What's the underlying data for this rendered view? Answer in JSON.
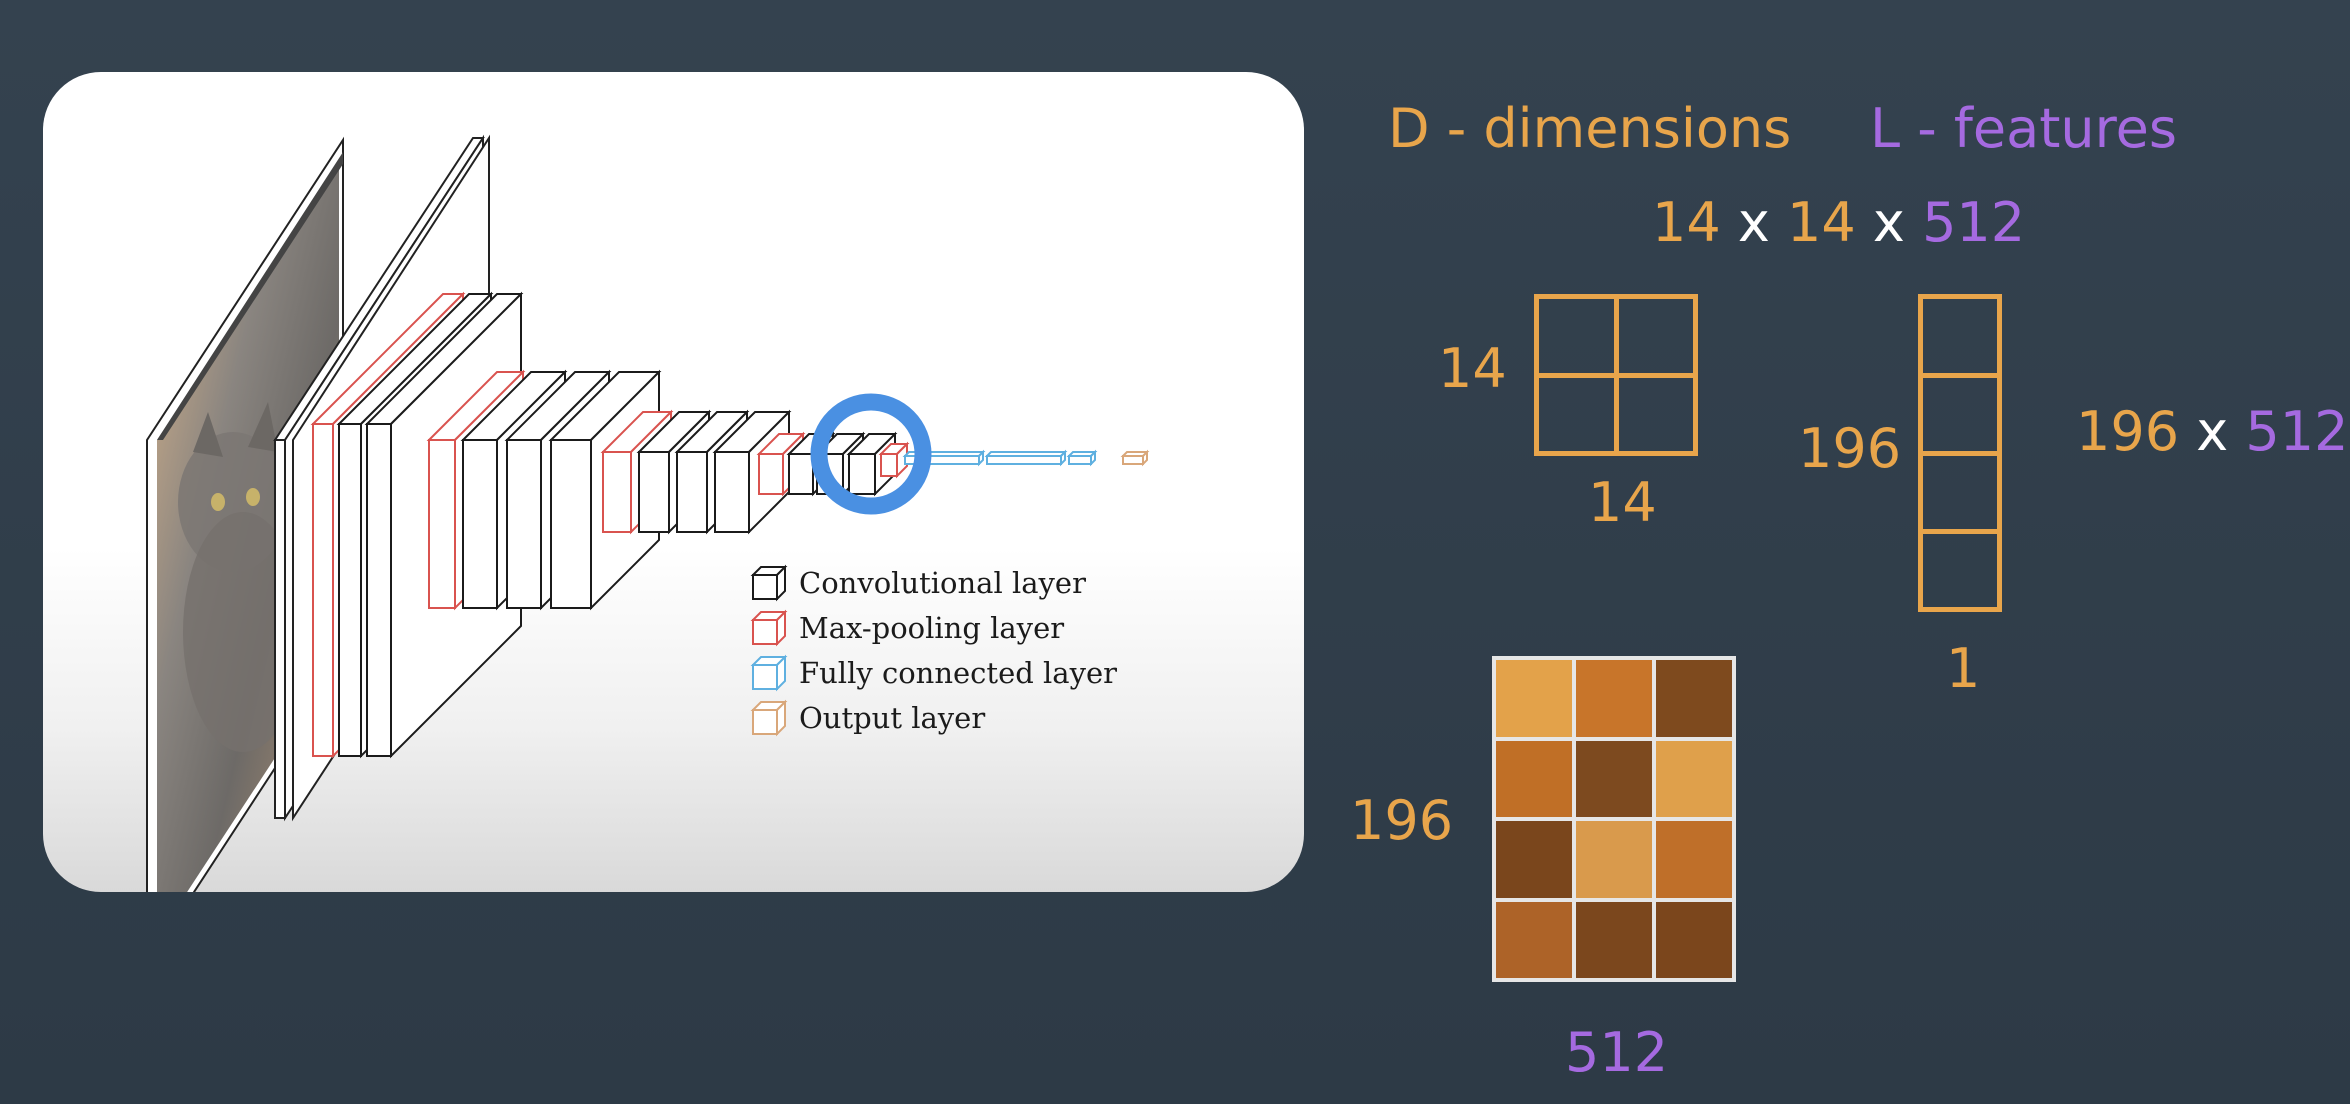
{
  "colors": {
    "dimension": "#e8a54b",
    "feature": "#a56ae0",
    "times": "#ffffff",
    "highlight_ring": "#4a90e2",
    "conv_layer": "#1b1b1b",
    "maxpool_layer": "#d9534f",
    "fc_layer": "#5fb0e0",
    "output_layer": "#d9a77a"
  },
  "diagram": {
    "legend": [
      {
        "label": "Convolutional layer",
        "color": "#1b1b1b"
      },
      {
        "label": "Max-pooling layer",
        "color": "#d9534f"
      },
      {
        "label": "Fully connected layer",
        "color": "#5fb0e0"
      },
      {
        "label": "Output layer",
        "color": "#d9a77a"
      }
    ]
  },
  "header": {
    "dimensions_label": "D - dimensions",
    "features_label": "L - features"
  },
  "shape": {
    "h": "14",
    "w": "14",
    "c": "512",
    "times": "x"
  },
  "spatial_grid": {
    "row_label": "14",
    "col_label": "14"
  },
  "flattened_column": {
    "row_label": "196",
    "col_label": "1"
  },
  "reshaped": {
    "rows": "196",
    "cols": "512",
    "times": "x"
  },
  "matrix": {
    "row_label": "196",
    "col_label": "512",
    "cells": [
      "#e3a24a",
      "#c8752a",
      "#7e4a1e",
      "#c06f26",
      "#7d4a1f",
      "#dfa04b",
      "#7a461c",
      "#d99a4c",
      "#bf6f29",
      "#ad6328",
      "#7b471d",
      "#7b461c"
    ]
  }
}
